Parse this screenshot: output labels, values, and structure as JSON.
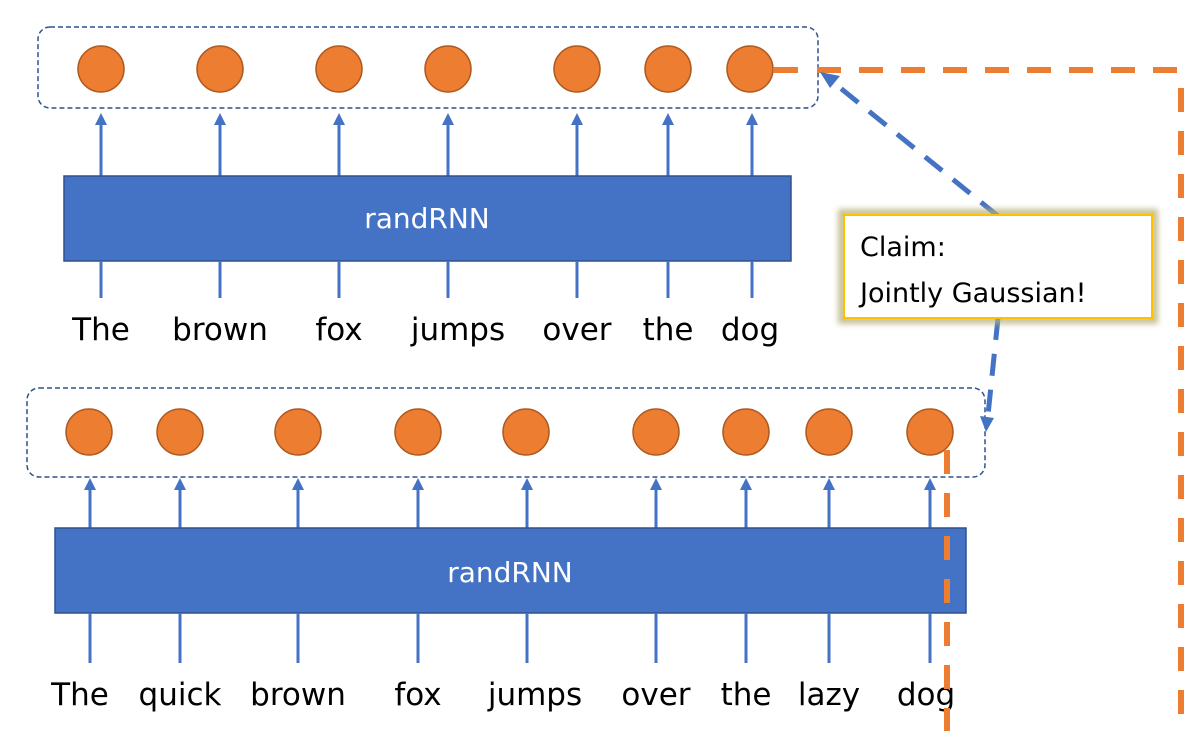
{
  "colors": {
    "rnn_fill": "#4472C4",
    "rnn_stroke": "#2F528F",
    "node_fill": "#ED7D31",
    "node_stroke": "#AE5A21",
    "arrow": "#4472C4",
    "group_border": "#2F528F",
    "orange_dash": "#ED7D31",
    "callout_border": "#FFC000"
  },
  "top_network": {
    "block_label": "randRNN",
    "words": [
      "The",
      "brown",
      "fox",
      "jumps",
      "over",
      "the",
      "dog"
    ]
  },
  "bottom_network": {
    "block_label": "randRNN",
    "words": [
      "The",
      "quick",
      "brown",
      "fox",
      "jumps",
      "over",
      "the",
      "lazy",
      "dog"
    ]
  },
  "callout": {
    "line1": "Claim:",
    "line2": "Jointly Gaussian!"
  }
}
